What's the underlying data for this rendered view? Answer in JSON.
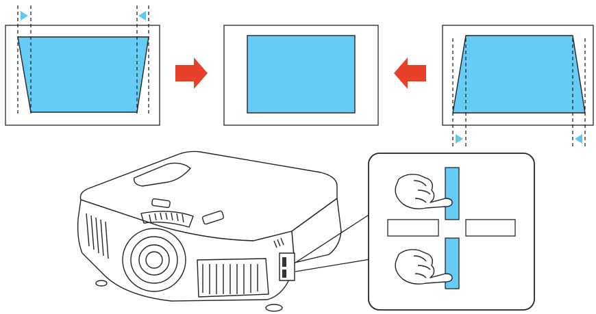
{
  "diagram": {
    "description_free": true,
    "panels": [
      {
        "id": "left",
        "shape": "keystone-narrow-bottom"
      },
      {
        "id": "center",
        "shape": "corrected-rectangle"
      },
      {
        "id": "right",
        "shape": "keystone-narrow-top"
      }
    ],
    "arrows": [
      {
        "id": "arrow-left-to-center",
        "direction": "right"
      },
      {
        "id": "arrow-right-to-center",
        "direction": "left"
      }
    ],
    "callout": {
      "controls": [
        "horizontal-keystone-slider-upper",
        "horizontal-keystone-slider-lower"
      ]
    }
  },
  "colors": {
    "projection_fill": "#66ccf5",
    "outline": "#222222",
    "arrow_red": "#e8402a",
    "marker_cyan": "#5ec8ee",
    "panel_bg": "#ffffff"
  },
  "icons": [
    "hand-press-icon",
    "red-arrow-right-icon",
    "red-arrow-left-icon",
    "cyan-triangle-marker-icon",
    "projector-illustration"
  ]
}
